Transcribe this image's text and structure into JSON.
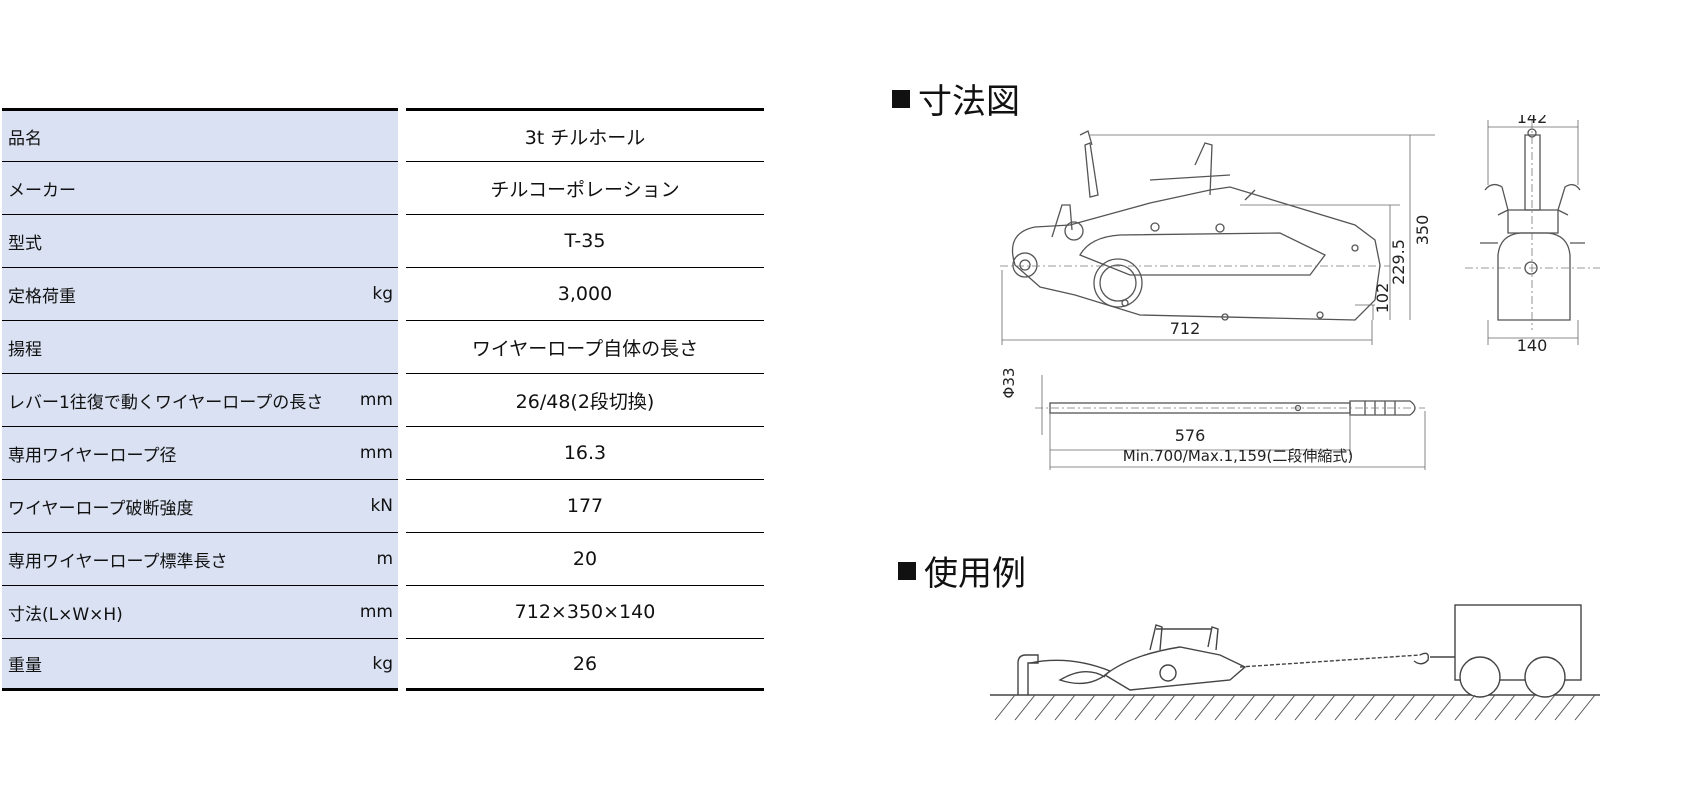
{
  "spec_table": {
    "rows": [
      {
        "label": "品名",
        "unit": "",
        "value": "3t チルホール"
      },
      {
        "label": "メーカー",
        "unit": "",
        "value": "チルコーポレーション"
      },
      {
        "label": "型式",
        "unit": "",
        "value": "T-35"
      },
      {
        "label": "定格荷重",
        "unit": "kg",
        "value": "3,000"
      },
      {
        "label": "揚程",
        "unit": "",
        "value": "ワイヤーロープ自体の長さ"
      },
      {
        "label": "レバー1往復で動くワイヤーロープの長さ",
        "unit": "mm",
        "value": "26/48(2段切換)"
      },
      {
        "label": "専用ワイヤーロープ径",
        "unit": "mm",
        "value": "16.3"
      },
      {
        "label": "ワイヤーロープ破断強度",
        "unit": "kN",
        "value": "177"
      },
      {
        "label": "専用ワイヤーロープ標準長さ",
        "unit": "m",
        "value": "20"
      },
      {
        "label": "寸法(L×W×H)",
        "unit": "mm",
        "value": "712×350×140"
      },
      {
        "label": "重量",
        "unit": "kg",
        "value": "26"
      }
    ]
  },
  "dimension_section": {
    "title": "寸法図",
    "labels": {
      "width_top": "142",
      "width_bottom": "140",
      "height_total": "350",
      "height_mid": "229.5",
      "height_low": "102",
      "length": "712",
      "handle_dia": "Φ33",
      "handle_len": "576",
      "handle_range": "Min.700/Max.1,159(二段伸縮式)"
    }
  },
  "usage_section": {
    "title": "使用例"
  }
}
